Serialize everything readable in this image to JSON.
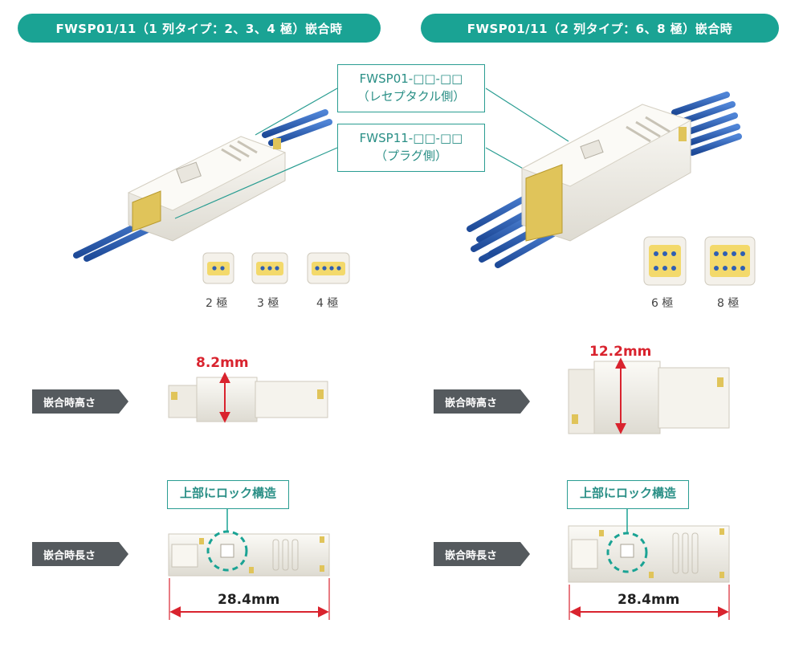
{
  "header": {
    "left_title": "FWSP01/11（1 列タイプ：2、3、4 極）嵌合時",
    "right_title": "FWSP01/11（2 列タイプ：6、8 極）嵌合時"
  },
  "callouts": {
    "receptacle": {
      "part": "FWSP01-□□-□□",
      "side": "（レセプタクル側）"
    },
    "plug": {
      "part": "FWSP11-□□-□□",
      "side": "（プラグ側）"
    }
  },
  "pin_variants": {
    "single_row": [
      "2 極",
      "3 極",
      "4 極"
    ],
    "double_row": [
      "6 極",
      "8 極"
    ]
  },
  "height_section": {
    "label": "嵌合時高さ",
    "left_value": "8.2mm",
    "right_value": "12.2mm"
  },
  "length_section": {
    "label": "嵌合時長さ",
    "lock_note": "上部にロック構造",
    "left_value": "28.4mm",
    "right_value": "28.4mm"
  },
  "colors": {
    "accent": "#1aa394",
    "dimension": "#d9232e",
    "wire": "#2f5fb3",
    "connector": "#f2f0ea"
  }
}
